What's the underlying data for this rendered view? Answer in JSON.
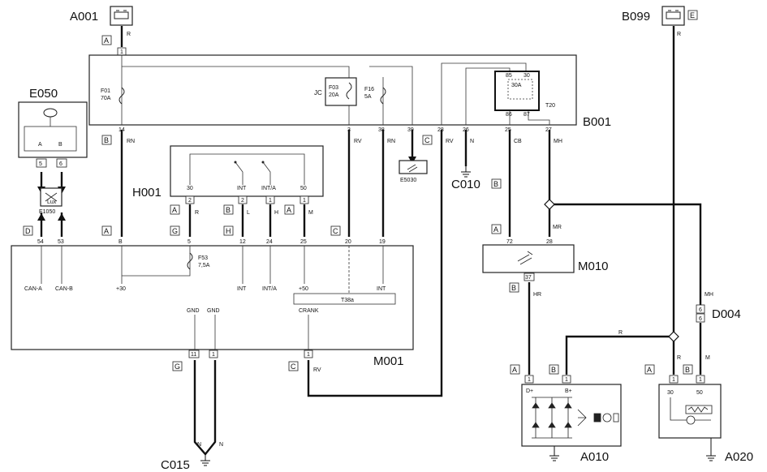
{
  "components": {
    "A001": "A001",
    "B099": "B099",
    "E050": "E050",
    "E1050": "E1050",
    "B001": "B001",
    "H001": "H001",
    "M001": "M001",
    "C010": "C010",
    "C015": "C015",
    "M010": "M010",
    "A010": "A010",
    "A020": "A020",
    "D004": "D004",
    "E5030": "E5030",
    "T20": "T20",
    "JC": "JC",
    "T38a": "T38a",
    "Lux": "Lux"
  },
  "fuses": {
    "F01": [
      "F01",
      "70A"
    ],
    "F03": [
      "F03",
      "20A"
    ],
    "F16": [
      "F16",
      "5A"
    ],
    "F53": [
      "F53",
      "7,5A"
    ],
    "relay": "30A"
  },
  "connectors": {
    "A": "A",
    "B": "B",
    "C": "C",
    "D": "D",
    "E": "E",
    "G": "G",
    "H": "H"
  },
  "wires": {
    "R": "R",
    "RN": "RN",
    "RV": "RV",
    "N": "N",
    "CB": "CB",
    "MH": "MH",
    "MR": "MR",
    "HR": "HR",
    "M": "M",
    "L": "L",
    "H": "H"
  },
  "pins": {
    "p1": "1",
    "p2": "2",
    "p3": "3",
    "p5": "5",
    "p6": "6",
    "p11": "11",
    "p12": "12",
    "p14": "14",
    "p19": "19",
    "p20": "20",
    "p24": "24",
    "p25": "25",
    "p26": "26",
    "p27": "27",
    "p28": "28",
    "p30": "30",
    "p37": "37",
    "p38": "38",
    "p39": "39",
    "p50": "50",
    "p53": "53",
    "p54": "54",
    "p72": "72",
    "p85": "85",
    "p86": "86",
    "p87": "87"
  },
  "labels": {
    "int": "INT",
    "inta": "INT/A",
    "canA": "CAN-A",
    "canB": "CAN-B",
    "plus30": "+30",
    "plus50": "+50",
    "gnd": "GND",
    "crank": "CRANK",
    "dplus": "D+",
    "bplus": "B+",
    "eA": "A",
    "eB": "B"
  }
}
